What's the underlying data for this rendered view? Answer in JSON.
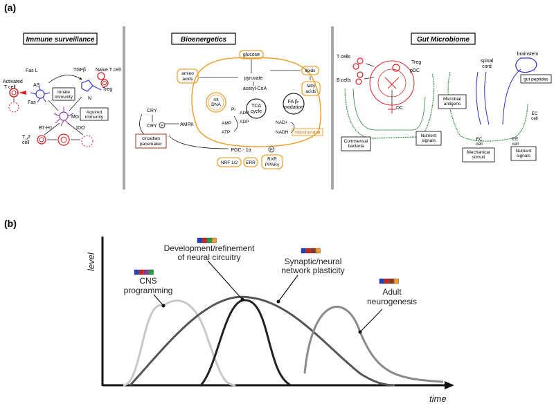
{
  "panel_a": {
    "label": "(a)",
    "immune": {
      "title": "Immune surveillance",
      "fas_l": "Fas L",
      "activated_t": "Activated",
      "activated_t2": "T cell",
      "as": "AS",
      "fas": "Fas",
      "innate1": "Innate",
      "innate2": "immunity",
      "tgf": "TGFβ",
      "naive": "Naive T cell",
      "n": "N",
      "treg": "Treg",
      "mg": "MG",
      "acq1": "Aquired",
      "acq2": "immunity",
      "b7": "B7-H1",
      "ido": "IDO",
      "th2a": "T",
      "th2b": "H",
      "th2c": "2",
      "th2d": "cell"
    },
    "bio": {
      "title": "Bioenergetics",
      "glucose": "glucose",
      "amino1": "amino",
      "amino2": "acids",
      "pyruvate": "pyruvate",
      "lipids": "lipids",
      "acetyl": "acetyl-CoA",
      "fatty1": "fatty",
      "fatty2": "acids",
      "mt1": "mt",
      "mt2": "DNA",
      "tca1": "TCA",
      "tca2": "cycle",
      "fab1": "FA β-",
      "fab2": "oxidation",
      "pi": "Pi",
      "adp1": "ADP",
      "adp2": "ADP",
      "amp": "AMP",
      "atp": "ATP",
      "nadp": "NAD+",
      "nadh": "NADH",
      "ampk": "AMPK",
      "cry1": "CRY",
      "cry2": "CRY",
      "p1": "P",
      "p2": "P",
      "mito": "mitochondria",
      "circ1": "circadian",
      "circ2": "pacemaker",
      "pgc": "PGC - 1α",
      "nrf": "NRF 1/2",
      "err": "ERR",
      "rxr": "RXR",
      "ppar": "PPARγ"
    },
    "gut": {
      "title": "Gut Microbiome",
      "tcells": "T cells",
      "treg": "Treg",
      "pdc": "pDC",
      "bcells": "B cells",
      "dc": "DC",
      "comm1": "Commensal",
      "comm2": "bacteria",
      "nut1": "Nutrient",
      "nut2": "signals",
      "spinal1": "spinal",
      "spinal2": "cord",
      "brainstem": "brainstem",
      "gutpep": "gut peptides",
      "micro1": "Microbial",
      "micro2": "antigens",
      "ec1": "EC",
      "ec2": "cell",
      "ec3": "EC",
      "ec4": "cell",
      "ee1": "EE",
      "ee2": "cell",
      "mech1": "Mechanical",
      "mech2": "stimuli",
      "nut3": "Nutrient",
      "nut4": "signals"
    }
  },
  "panel_b": {
    "label": "(b)",
    "ylabel": "level",
    "xlabel": "time",
    "curves": [
      {
        "label1": "CNS",
        "label2": "programming",
        "colors": [
          "#2040c0",
          "#d02020",
          "#8a3aa0",
          "#20a040"
        ]
      },
      {
        "label1": "Development/refinement",
        "label2": "of neural circuitry",
        "colors": [
          "#2040c0",
          "#d02020",
          "#20a040",
          "#f0a030"
        ]
      },
      {
        "label1": "Synaptic/neural",
        "label2": "network plasticity",
        "colors": [
          "#2040c0",
          "#d02020",
          "#8a3a20",
          "#f0a030"
        ]
      },
      {
        "label1": "Adult",
        "label2": "neurogenesis",
        "colors": [
          "#2040c0",
          "#d02020",
          "#8a3a20",
          "#f0a030"
        ]
      }
    ]
  }
}
